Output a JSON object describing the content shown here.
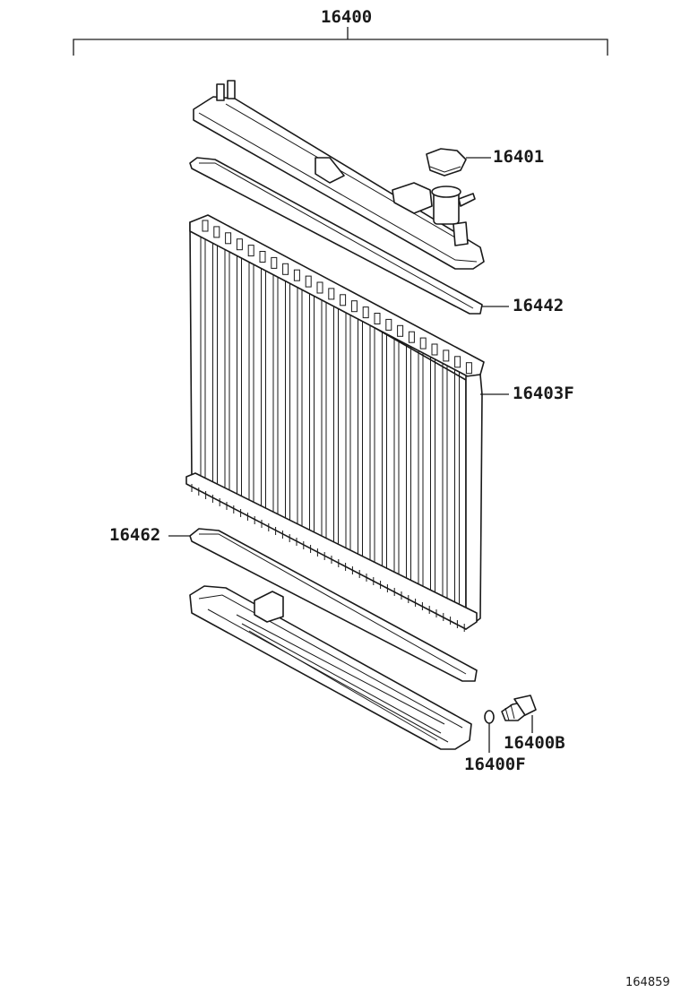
{
  "labels": {
    "assembly": "16400",
    "cap": "16401",
    "upper_gasket": "16442",
    "core": "16403F",
    "lower_gasket": "16462",
    "drain_cock_plug": "16400B",
    "drain_cock_oring": "16400F"
  },
  "figure_number": "164859"
}
